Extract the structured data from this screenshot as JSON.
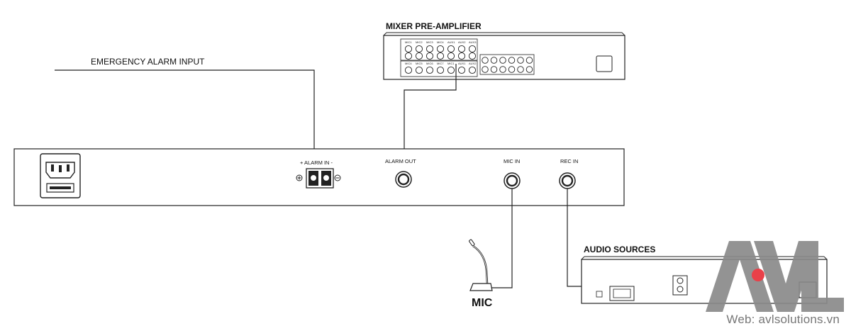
{
  "labels": {
    "mixer_title": "MIXER PRE-AMPLIFIER",
    "emergency_alarm": "EMERGENCY ALARM INPUT",
    "alarm_in": "+ ALARM  IN  -",
    "alarm_out": "ALARM OUT",
    "mic_in": "MIC IN",
    "rec_in": "REC IN",
    "audio_sources": "AUDIO SOURCES",
    "mic": "MIC"
  },
  "watermark": {
    "logo_text": "AVL",
    "web": "Web: avlsolutions.vn",
    "logo_color": "#8a8a8a",
    "dot_color": "#e8303a"
  },
  "mixer_inputs_top": [
    "MIC1",
    "MIC2",
    "MIC3",
    "MIC4",
    "AUX1",
    "AUX2",
    "AUX3"
  ],
  "mixer_inputs_bottom": [
    "MIC4",
    "MIC5",
    "MIC6",
    "MIC7",
    "MIC1",
    "AUX1",
    "AUX2"
  ]
}
